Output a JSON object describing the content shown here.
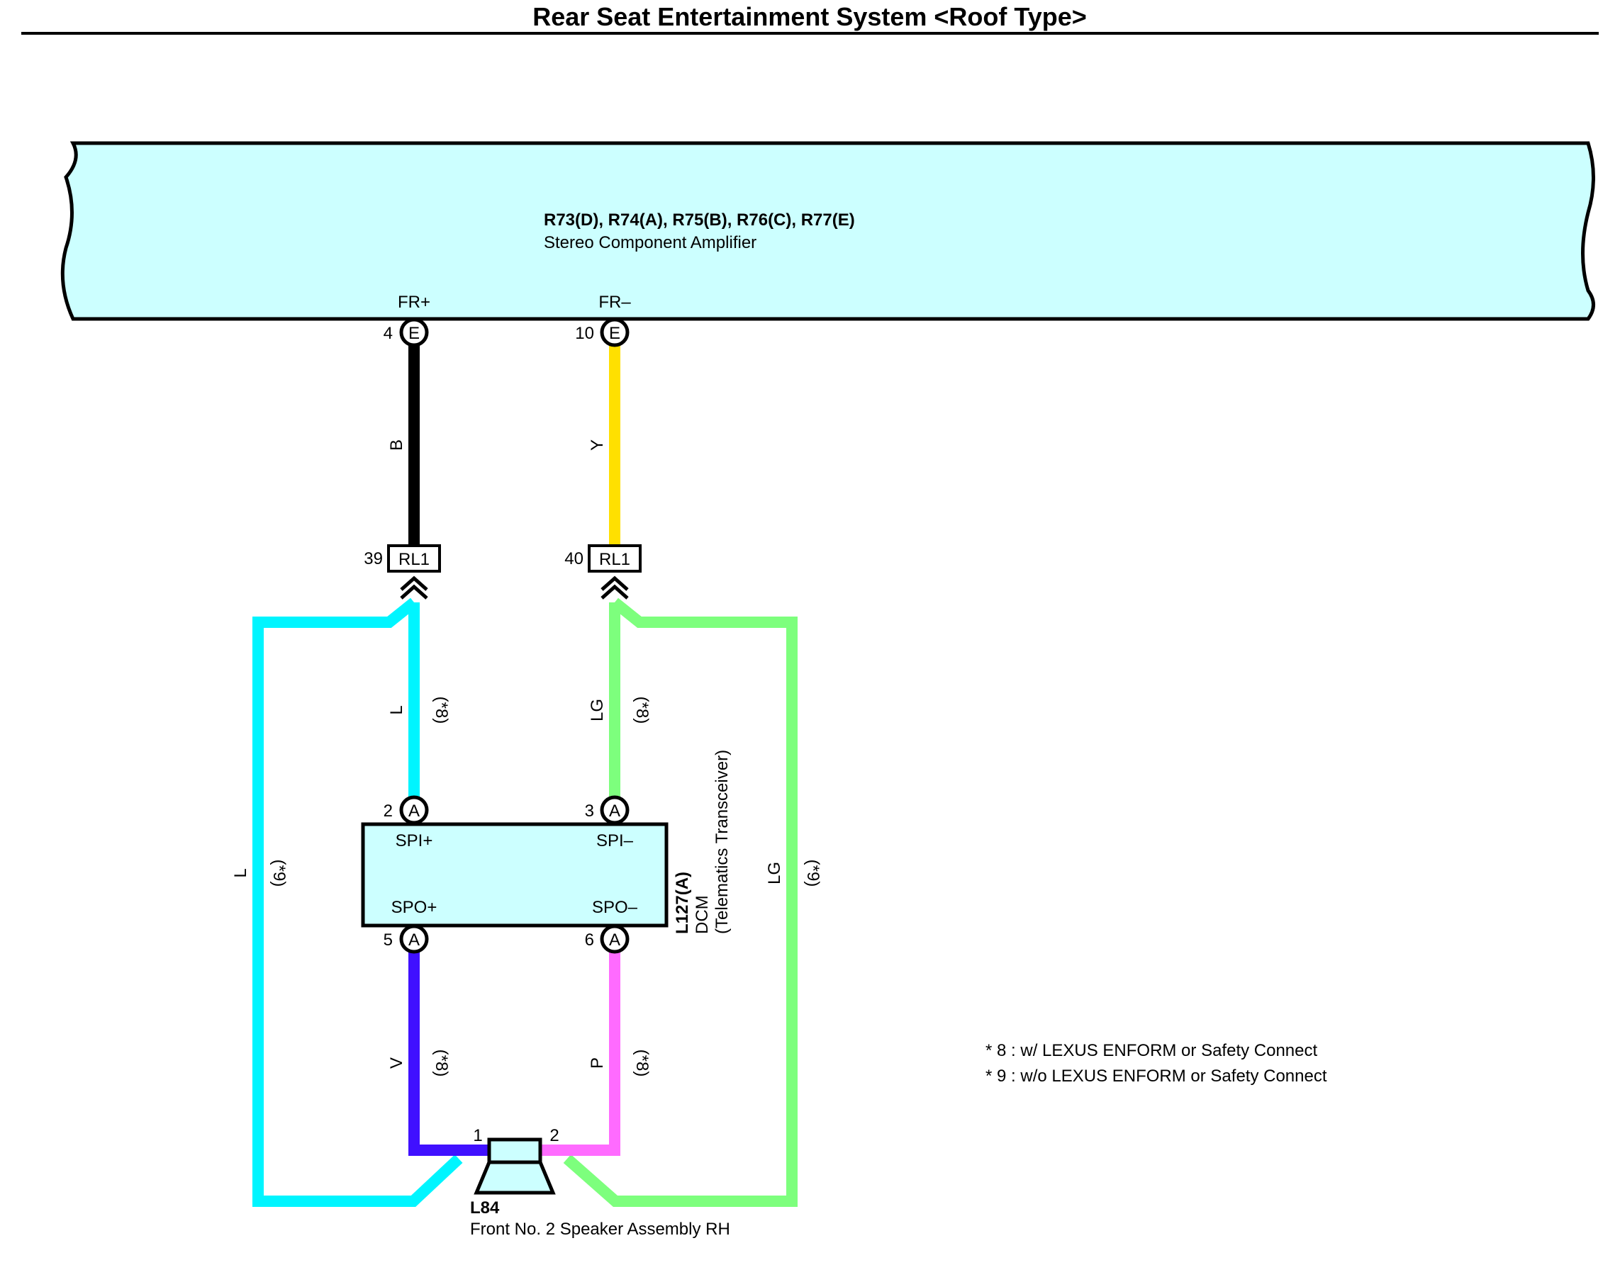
{
  "title": "Rear Seat Entertainment System <Roof Type>",
  "amplifier": {
    "connectors": "R73(D), R74(A), R75(B), R76(C), R77(E)",
    "name": "Stereo Component Amplifier",
    "pins": [
      {
        "label": "FR+",
        "number": "4",
        "connector": "E"
      },
      {
        "label": "FR–",
        "number": "10",
        "connector": "E"
      }
    ]
  },
  "wires": {
    "fr_plus": {
      "color_code": "B",
      "hex": "#000000"
    },
    "fr_minus": {
      "color_code": "Y",
      "hex": "#ffe000"
    },
    "spi_plus": {
      "color_code": "L",
      "note": "(*8)",
      "hex": "#00f5ff"
    },
    "spi_minus": {
      "color_code": "LG",
      "note": "(*8)",
      "hex": "#7dff7d"
    },
    "bypass_left": {
      "color_code": "L",
      "note": "(*9)",
      "hex": "#00f5ff"
    },
    "bypass_right": {
      "color_code": "LG",
      "note": "(*9)",
      "hex": "#7dff7d"
    },
    "spo_plus": {
      "color_code": "V",
      "note": "(*8)",
      "hex": "#4010ff"
    },
    "spo_minus": {
      "color_code": "P",
      "note": "(*8)",
      "hex": "#ff6bff"
    }
  },
  "junctions": [
    {
      "number": "39",
      "connector": "RL1"
    },
    {
      "number": "40",
      "connector": "RL1"
    }
  ],
  "dcm": {
    "id": "L127(A)",
    "name": "DCM",
    "subtitle": "(Telematics Transceiver)",
    "pins": [
      {
        "label": "SPI+",
        "number": "2",
        "connector": "A"
      },
      {
        "label": "SPI–",
        "number": "3",
        "connector": "A"
      },
      {
        "label": "SPO+",
        "number": "5",
        "connector": "A"
      },
      {
        "label": "SPO–",
        "number": "6",
        "connector": "A"
      }
    ]
  },
  "speaker": {
    "id": "L84",
    "name": "Front No. 2 Speaker Assembly RH",
    "pin1": "1",
    "pin2": "2"
  },
  "notes": [
    "* 8 : w/ LEXUS ENFORM or Safety Connect",
    "* 9 : w/o LEXUS ENFORM or Safety Connect"
  ],
  "colors": {
    "component_fill": "#ccffff",
    "outline": "#000000"
  }
}
